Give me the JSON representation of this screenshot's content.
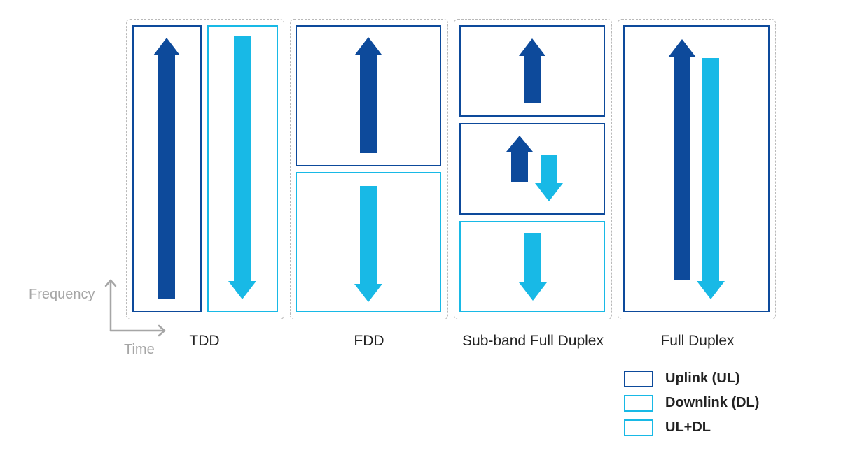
{
  "axes": {
    "y_label": "Frequency",
    "x_label": "Time"
  },
  "schemes": [
    {
      "label": "TDD"
    },
    {
      "label": "FDD"
    },
    {
      "label": "Sub-band Full Duplex"
    },
    {
      "label": "Full Duplex"
    }
  ],
  "legend": [
    {
      "label": "Uplink (UL)",
      "icon": "uplink-arrow"
    },
    {
      "label": "Downlink (DL)",
      "icon": "downlink-arrow"
    },
    {
      "label": "UL+DL",
      "icon": "ul-dl-arrows"
    }
  ],
  "colors": {
    "uplink": "#0d4a9b",
    "downlink": "#18b9e6",
    "dashed_border": "#b9b9b9",
    "axis": "#a6a6a6"
  }
}
